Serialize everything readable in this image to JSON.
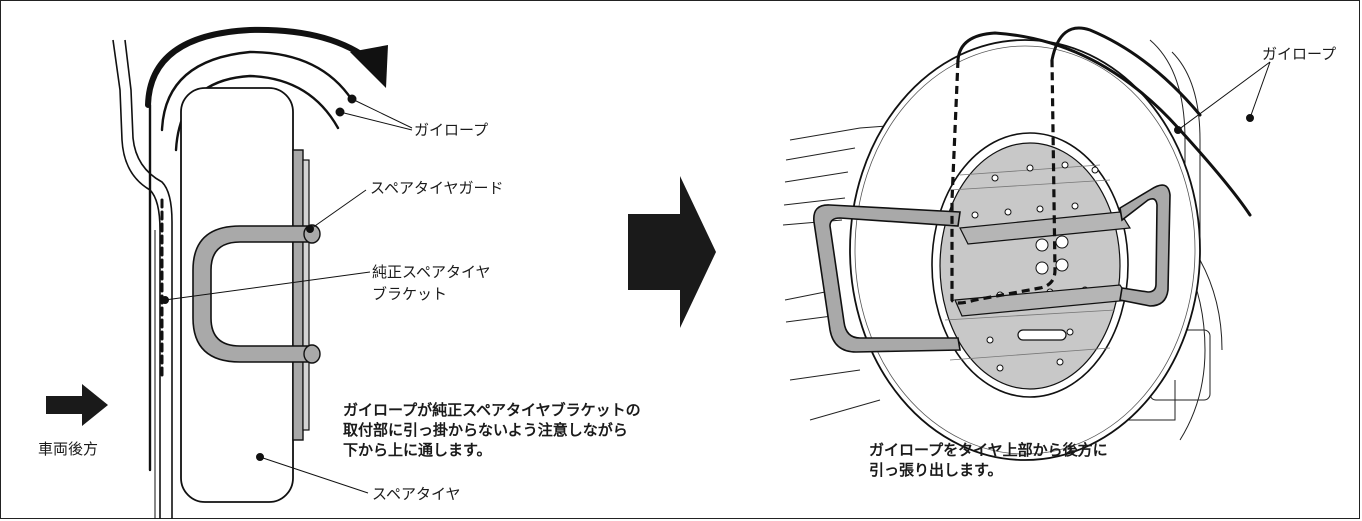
{
  "left_panel": {
    "labels": {
      "guy_rope": "ガイロープ",
      "guard": "スペアタイヤガード",
      "bracket_line1": "純正スペアタイヤ",
      "bracket_line2": "ブラケット",
      "vehicle_rear": "車両後方",
      "spare_tire": "スペアタイヤ"
    },
    "note": "ガイロープが純正スペアタイヤブラケットの\n取付部に引っ掛からないよう注意しながら\n下から上に通します。"
  },
  "right_panel": {
    "labels": {
      "guy_rope": "ガイロープ"
    },
    "note": "ガイロープをタイヤ上部から後方に\n引っ張り出します。"
  },
  "colors": {
    "line": "#111111",
    "gray_part": "#a9a9a9",
    "plate": "#c8c8c8",
    "arrow": "#1a1a1a"
  }
}
